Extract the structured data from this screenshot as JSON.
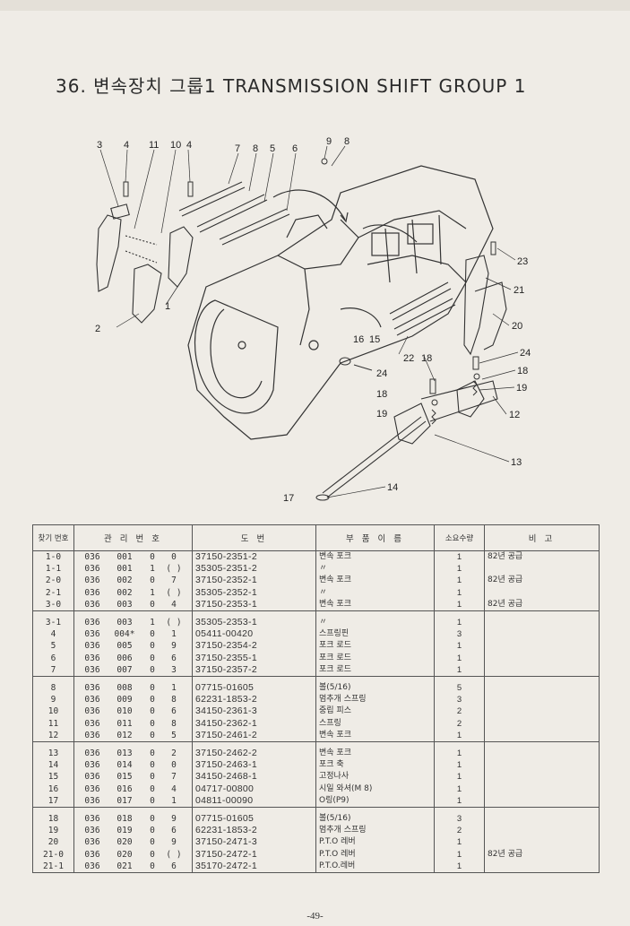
{
  "title": "36. 변속장치 그룹1 TRANSMISSION SHIFT GROUP  1",
  "diagram": {
    "callouts": [
      "3",
      "4",
      "11",
      "10",
      "4",
      "7",
      "8",
      "5",
      "6",
      "9",
      "8",
      "23",
      "21",
      "20",
      "24",
      "18",
      "19",
      "12",
      "13",
      "14",
      "17",
      "22",
      "18",
      "24",
      "18",
      "19",
      "16",
      "15",
      "2",
      "1"
    ]
  },
  "table": {
    "headers": [
      "찾기 번호",
      "관 리 번 호",
      "도     번",
      "부 품 이 름",
      "소요수량",
      "비     고"
    ],
    "rows": [
      {
        "find": "1-0",
        "c1": "036",
        "c2": "001",
        "c3": "0",
        "c4": "0",
        "pn": "37150-2351-2",
        "name": "변속 포크",
        "qty": "1",
        "remark": "82년 공급"
      },
      {
        "find": "1-1",
        "c1": "036",
        "c2": "001",
        "c3": "1",
        "c4": "( )",
        "pn": "35305-2351-2",
        "name": "〃",
        "qty": "1",
        "remark": ""
      },
      {
        "find": "2-0",
        "c1": "036",
        "c2": "002",
        "c3": "0",
        "c4": "7",
        "pn": "37150-2352-1",
        "name": "변속 포크",
        "qty": "1",
        "remark": "82년 공급"
      },
      {
        "find": "2-1",
        "c1": "036",
        "c2": "002",
        "c3": "1",
        "c4": "( )",
        "pn": "35305-2352-1",
        "name": "〃",
        "qty": "1",
        "remark": ""
      },
      {
        "find": "3-0",
        "c1": "036",
        "c2": "003",
        "c3": "0",
        "c4": "4",
        "pn": "37150-2353-1",
        "name": "변속 포크",
        "qty": "1",
        "remark": "82년 공급"
      },
      {
        "find": "3-1",
        "c1": "036",
        "c2": "003",
        "c3": "1",
        "c4": "( )",
        "pn": "35305-2353-1",
        "name": "〃",
        "qty": "1",
        "remark": ""
      },
      {
        "find": "4",
        "c1": "036",
        "c2": "004*",
        "c3": "0",
        "c4": "1",
        "pn": "05411-00420",
        "name": "스프링핀",
        "qty": "3",
        "remark": ""
      },
      {
        "find": "5",
        "c1": "036",
        "c2": "005",
        "c3": "0",
        "c4": "9",
        "pn": "37150-2354-2",
        "name": "포크 로드",
        "qty": "1",
        "remark": ""
      },
      {
        "find": "6",
        "c1": "036",
        "c2": "006",
        "c3": "0",
        "c4": "6",
        "pn": "37150-2355-1",
        "name": "포크 로드",
        "qty": "1",
        "remark": ""
      },
      {
        "find": "7",
        "c1": "036",
        "c2": "007",
        "c3": "0",
        "c4": "3",
        "pn": "37150-2357-2",
        "name": "포크 로드",
        "qty": "1",
        "remark": ""
      },
      {
        "find": "8",
        "c1": "036",
        "c2": "008",
        "c3": "0",
        "c4": "1",
        "pn": "07715-01605",
        "name": "볼(5/16)",
        "qty": "5",
        "remark": ""
      },
      {
        "find": "9",
        "c1": "036",
        "c2": "009",
        "c3": "0",
        "c4": "8",
        "pn": "62231-1853-2",
        "name": "멈추개 스프링",
        "qty": "3",
        "remark": ""
      },
      {
        "find": "10",
        "c1": "036",
        "c2": "010",
        "c3": "0",
        "c4": "6",
        "pn": "34150-2361-3",
        "name": "중립 피스",
        "qty": "2",
        "remark": ""
      },
      {
        "find": "11",
        "c1": "036",
        "c2": "011",
        "c3": "0",
        "c4": "8",
        "pn": "34150-2362-1",
        "name": "스프링",
        "qty": "2",
        "remark": ""
      },
      {
        "find": "12",
        "c1": "036",
        "c2": "012",
        "c3": "0",
        "c4": "5",
        "pn": "37150-2461-2",
        "name": "변속 포크",
        "qty": "1",
        "remark": ""
      },
      {
        "find": "13",
        "c1": "036",
        "c2": "013",
        "c3": "0",
        "c4": "2",
        "pn": "37150-2462-2",
        "name": "변속 포크",
        "qty": "1",
        "remark": ""
      },
      {
        "find": "14",
        "c1": "036",
        "c2": "014",
        "c3": "0",
        "c4": "0",
        "pn": "37150-2463-1",
        "name": "포크 축",
        "qty": "1",
        "remark": ""
      },
      {
        "find": "15",
        "c1": "036",
        "c2": "015",
        "c3": "0",
        "c4": "7",
        "pn": "34150-2468-1",
        "name": "고정나사",
        "qty": "1",
        "remark": ""
      },
      {
        "find": "16",
        "c1": "036",
        "c2": "016",
        "c3": "0",
        "c4": "4",
        "pn": "04717-00800",
        "name": "시일 와셔(M 8)",
        "qty": "1",
        "remark": ""
      },
      {
        "find": "17",
        "c1": "036",
        "c2": "017",
        "c3": "0",
        "c4": "1",
        "pn": "04811-00090",
        "name": "O링(P9)",
        "qty": "1",
        "remark": ""
      },
      {
        "find": "18",
        "c1": "036",
        "c2": "018",
        "c3": "0",
        "c4": "9",
        "pn": "07715-01605",
        "name": "볼(5/16)",
        "qty": "3",
        "remark": ""
      },
      {
        "find": "19",
        "c1": "036",
        "c2": "019",
        "c3": "0",
        "c4": "6",
        "pn": "62231-1853-2",
        "name": "멈추개 스프링",
        "qty": "2",
        "remark": ""
      },
      {
        "find": "20",
        "c1": "036",
        "c2": "020",
        "c3": "0",
        "c4": "9",
        "pn": "37150-2471-3",
        "name": "P.T.O 레버",
        "qty": "1",
        "remark": ""
      },
      {
        "find": "21-0",
        "c1": "036",
        "c2": "020",
        "c3": "0",
        "c4": "( )",
        "pn": "37150-2472-1",
        "name": "P.T.O 레버",
        "qty": "1",
        "remark": "82년 공급"
      },
      {
        "find": "21-1",
        "c1": "036",
        "c2": "021",
        "c3": "0",
        "c4": "6",
        "pn": "35170-2472-1",
        "name": "P.T.O.레버",
        "qty": "1",
        "remark": ""
      }
    ]
  },
  "footer": {
    "page": "-49-"
  }
}
